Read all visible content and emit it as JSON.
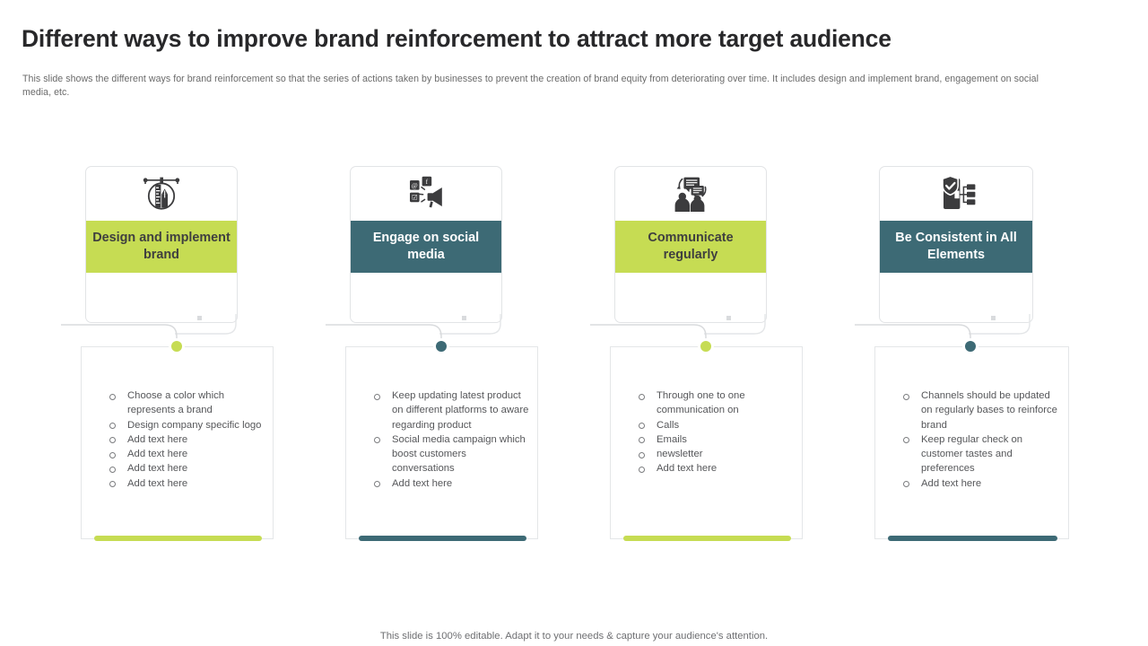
{
  "slide": {
    "title": "Different ways to improve brand reinforcement to attract more target audience",
    "subtitle": "This slide shows the different ways for brand reinforcement so that the series of actions taken by businesses to prevent the creation of brand equity from deteriorating over time. It includes design and implement brand, engagement on social media, etc.",
    "footer": "This slide is 100% editable. Adapt it to your needs & capture your audience's attention."
  },
  "colors": {
    "green": "#c6dc53",
    "teal": "#3d6a75",
    "title_text": "#28282a",
    "body_text": "#56575a",
    "band_dark_text": "#3f3f3f",
    "card_border": "#e2e4e6",
    "connector": "#d9dbdd"
  },
  "columns": [
    {
      "heading": "Design and implement brand",
      "icon": "design-tools-icon",
      "theme": "green",
      "bullets": [
        "Choose a color which represents a brand",
        "Design company specific logo",
        "Add text here",
        "Add text here",
        "Add text here",
        "Add text here"
      ]
    },
    {
      "heading": "Engage on social media",
      "icon": "megaphone-social-icon",
      "theme": "teal",
      "bullets": [
        "Keep updating latest product  on different platforms to aware regarding  product",
        "Social media campaign which boost customers conversations",
        "Add text here"
      ]
    },
    {
      "heading": "Communicate regularly",
      "icon": "people-chat-icon",
      "theme": "green",
      "bullets": [
        "Through  one to one communication on",
        "Calls",
        "Emails",
        " newsletter",
        "Add text here"
      ]
    },
    {
      "heading": "Be Consistent in All Elements",
      "icon": "shield-check-flowchart-icon",
      "theme": "teal",
      "bullets": [
        "Channels should be updated on regularly bases to reinforce  brand",
        "Keep regular  check on customer tastes and preferences",
        "Add  text here"
      ]
    }
  ]
}
